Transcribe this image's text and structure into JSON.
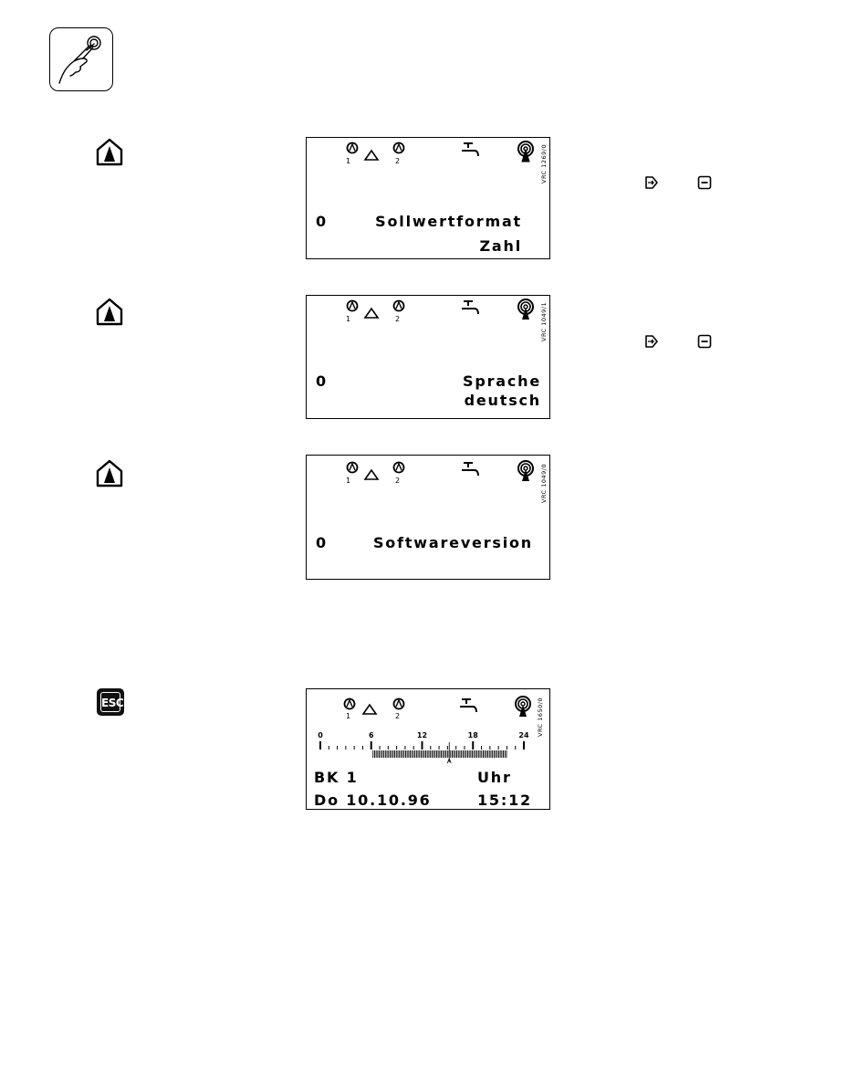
{
  "page": {
    "header_icon": "hand-pressing-button-icon"
  },
  "screens": [
    {
      "nav_icon": "up-arrow-house-icon",
      "model_code": "VRC 1269/0",
      "line1_num": "0",
      "line1_text": "Sollwertformat",
      "line2_text": "Zahl",
      "side_keys": [
        "enter-arrow-key-icon",
        "minus-key-icon"
      ]
    },
    {
      "nav_icon": "up-arrow-house-icon",
      "model_code": "VRC 1049/1",
      "line1_num": "0",
      "line1_text": "Sprache",
      "line2_text": "deutsch",
      "side_keys": [
        "enter-arrow-key-icon",
        "minus-key-icon"
      ]
    },
    {
      "nav_icon": "up-arrow-house-icon",
      "model_code": "VRC 1049/0",
      "line1_num": "0",
      "line1_text": "Softwareversion"
    },
    {
      "nav_icon": "esc-key-icon",
      "esc_label": "ESC",
      "model_code": "VRC 1650/0",
      "timeline_labels": [
        "0",
        "6",
        "12",
        "18",
        "24"
      ],
      "line1_left": "BK 1",
      "line1_right": "Uhr",
      "line2_left": "Do 10.10.96",
      "line2_right": "15:12"
    }
  ],
  "status_icons": {
    "pump1_label": "1",
    "pump2_label": "2"
  }
}
